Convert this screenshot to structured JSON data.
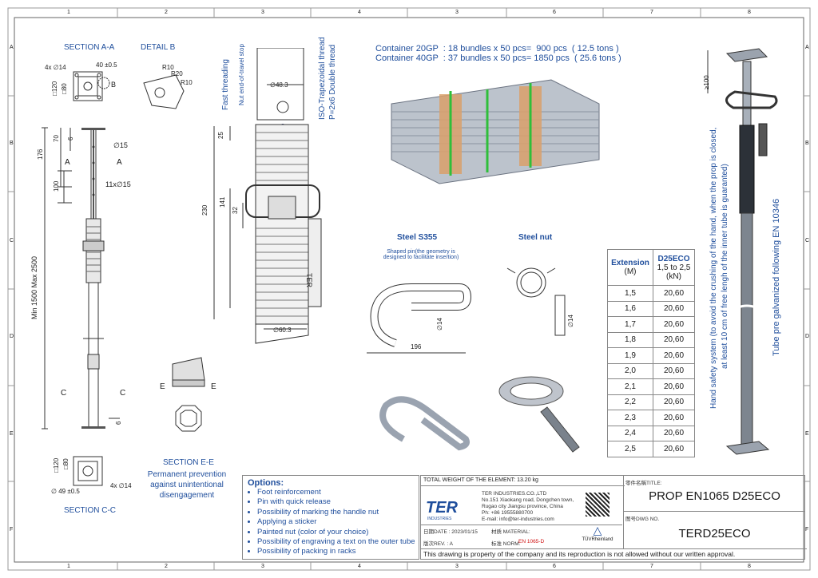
{
  "grid": {
    "cols": [
      "1",
      "2",
      "3",
      "4",
      "3",
      "6",
      "7",
      "8"
    ],
    "rows": [
      "A",
      "B",
      "C",
      "D",
      "E",
      "F"
    ]
  },
  "labels": {
    "section_aa": "SECTION A-A",
    "detail_b": "DETAIL B",
    "section_cc": "SECTION C-C",
    "section_ee_title": "SECTION E-E",
    "section_ee_desc": [
      "Permanent prevention",
      "against unintentional",
      "disengagement"
    ],
    "fast_threading": "Fast threading",
    "nut_stop": "Nut end-of-travel stop",
    "iso_thread_1": "ISO-Trapezoidal thread",
    "iso_thread_2": "P=2x6 Double thread",
    "steel_s355": "Steel S355",
    "shaped_pin_1": "Shaped pin(the geometry is",
    "shaped_pin_2": "designed to facilitate insertion)",
    "steel_nut": "Steel nut",
    "hand_safety_1": "Hand safety system (to avoid the crushing of the hand, when the prop is closed,",
    "hand_safety_2": "at least 10 cm of free lengh of the inner tube is guaranted)",
    "tube_galv": "Tube pre galvanized following EN 10346",
    "min_max": "Min 1500  Max 2500"
  },
  "dims": {
    "d40": "40 ±0.5",
    "d4x14": "4x ∅14",
    "d120": "□120",
    "d80": "□80",
    "B": "B",
    "R10a": "R10",
    "R20": "R20",
    "R10b": "R10",
    "d70": "70",
    "d176": "176",
    "d6": "6",
    "d15": "∅15",
    "A": "A",
    "d100": "100",
    "d11x15": "11x∅15",
    "d48": "∅48.3",
    "d25": "25",
    "d230": "230",
    "d141": "141",
    "d32": "32",
    "d60": "∅60.3",
    "C": "C",
    "d6b": "6",
    "d49": "∅ 49 ±0.5",
    "d4x14b": "4x ∅14",
    "d196": "196",
    "d14a": "∅14",
    "d14b": "∅14",
    "d100b": "≥100",
    "E": "E",
    "ter_mark": "TER"
  },
  "container": {
    "line1": "Container 20GP  : 18 bundles x 50 pcs=  900 pcs  ( 12.5 tons )",
    "line2": "Container 40GP  : 37 bundles x 50 pcs= 1850 pcs  ( 25.6 tons )"
  },
  "table": {
    "col1": [
      "Extension",
      "(M)"
    ],
    "col2": [
      "D25ECO",
      "1,5 to 2,5",
      "(kN)"
    ],
    "rows": [
      [
        "1,5",
        "20,60"
      ],
      [
        "1,6",
        "20,60"
      ],
      [
        "1,7",
        "20,60"
      ],
      [
        "1,8",
        "20,60"
      ],
      [
        "1,9",
        "20,60"
      ],
      [
        "2,0",
        "20,60"
      ],
      [
        "2,1",
        "20,60"
      ],
      [
        "2,2",
        "20,60"
      ],
      [
        "2,3",
        "20,60"
      ],
      [
        "2,4",
        "20,60"
      ],
      [
        "2,5",
        "20,60"
      ]
    ]
  },
  "options": {
    "title": "Options:",
    "items": [
      "Foot reinforcement",
      "Pin with quick release",
      "Possibility of marking the handle nut",
      "Applying a sticker",
      "Painted nut (color of your choice)",
      "Possibility of engraving a text on the outer tube",
      "Possibility of packing in racks"
    ]
  },
  "titleblock": {
    "total_weight": "TOTAL WEIGHT OF THE ELEMENT: 13.20 kg",
    "company": "TER INDUSTRIES.CO.,LTD",
    "address1": "No.151 Xiaokang road, Dongchen town,",
    "address2": "Rugao city Jiangsu province, China",
    "phone": "Ph: +86 19555880700",
    "email": "E-mail: info@ter-industries.com",
    "logo": "TER",
    "logo_sub": "INDUSTRIES",
    "title_label": "零件名稱TITLE:",
    "title": "PROP EN1065 D25ECO",
    "dwg_label": "图号DWG NO.",
    "dwg": "TERD25ECO",
    "date": "日期DATE : 2023/01/15",
    "material": "材质 MATERIAL:",
    "rev": "版次REV. : A",
    "norm_label": "标准 NORM:",
    "norm": "EN 1065-D",
    "tuv": "TÜVRheinland",
    "footer": "This drawing is property of the company and its reproduction is not allowed without our written approval."
  },
  "colors": {
    "blue": "#1f4e9c",
    "line": "#333333",
    "green": "#2fbf3a",
    "orange": "#d9a06a",
    "red": "#d01010"
  }
}
